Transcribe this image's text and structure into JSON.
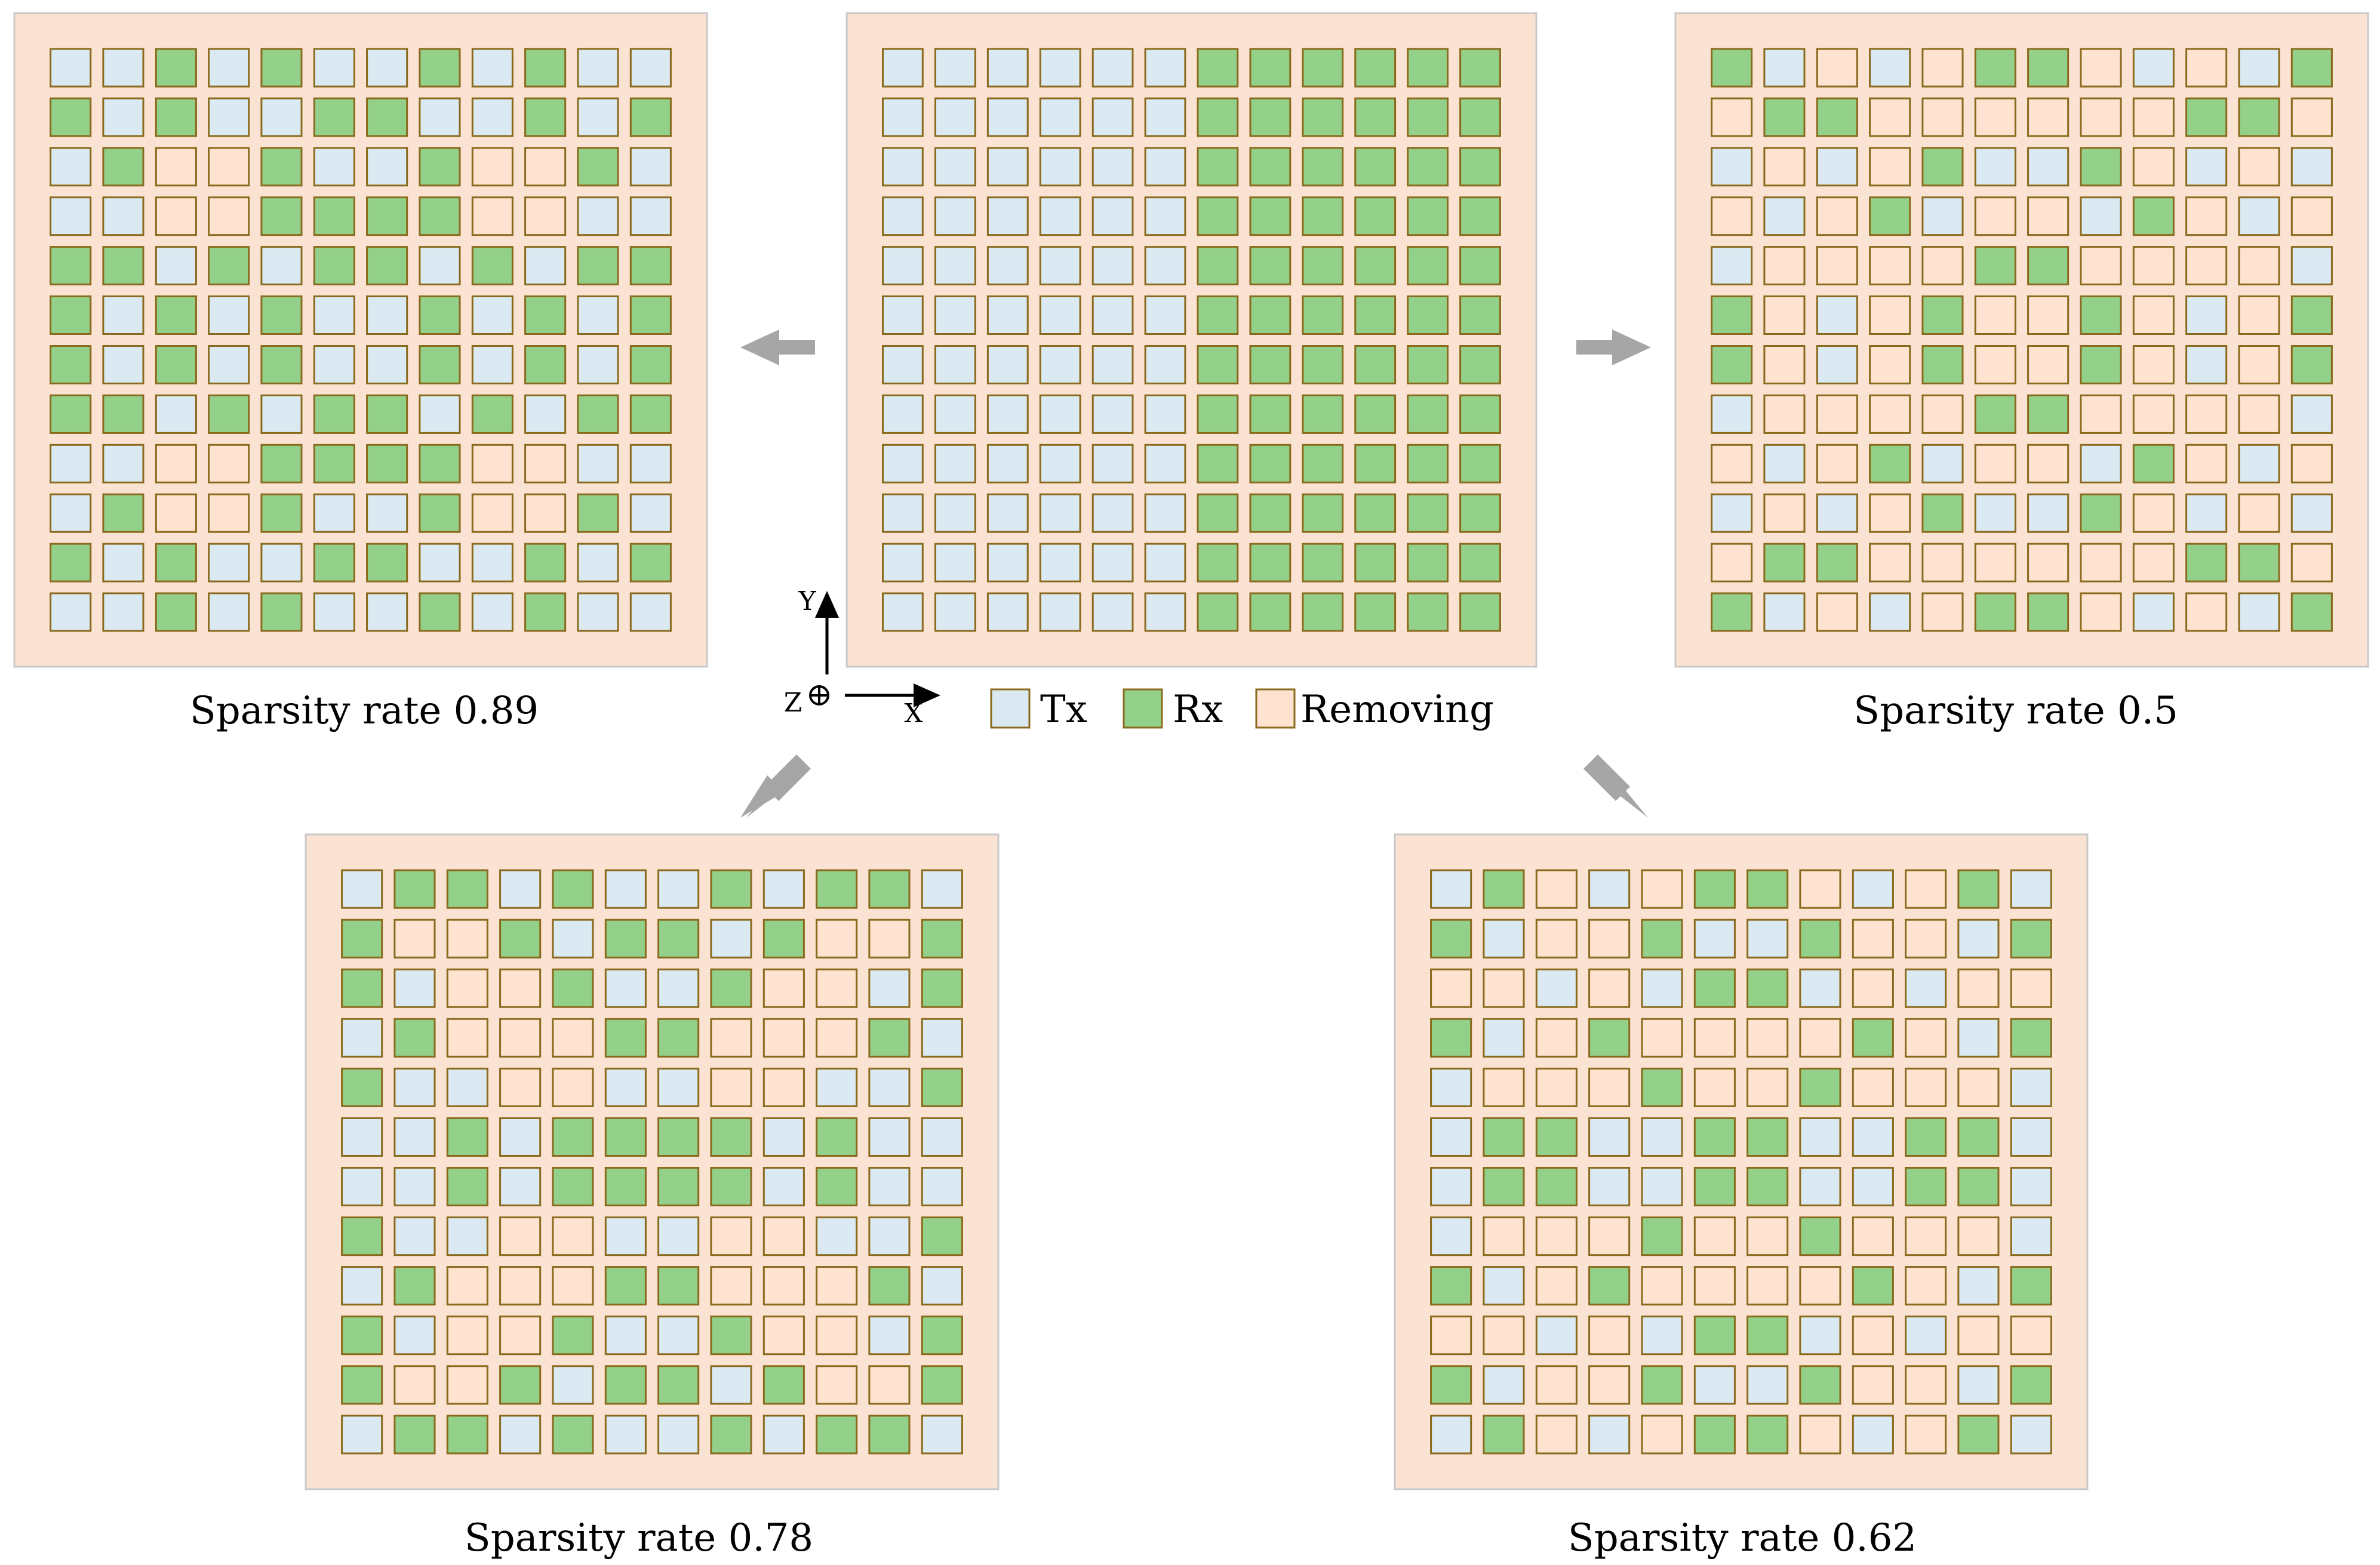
{
  "colors": {
    "tx": "#dbe9f3",
    "rx": "#93d089",
    "removing": "#fde3d0",
    "panel_fill": "#fbe3d3",
    "panel_border": "#c8c8c8",
    "cell_border": "#8a6a1c",
    "arrow": "#a6a6a6"
  },
  "legend": {
    "tx": "Tx",
    "rx": "Rx",
    "removing": "Removing"
  },
  "axes": {
    "x": "X",
    "y": "Y",
    "z": "Z"
  },
  "panels": [
    {
      "id": "full",
      "caption": "",
      "grid": [
        "TTTTTTRRRRRR",
        "TTTTTTRRRRRR",
        "TTTTTTRRRRRR",
        "TTTTTTRRRRRR",
        "TTTTTTRRRRRR",
        "TTTTTTRRRRRR",
        "TTTTTTRRRRRR",
        "TTTTTTRRRRRR",
        "TTTTTTRRRRRR",
        "TTTTTTRRRRRR",
        "TTTTTTRRRRRR",
        "TTTTTTRRRRRR"
      ]
    },
    {
      "id": "sparsity-0.89",
      "caption": "Sparsity rate 0.89",
      "grid": [
        "TTRTRTTRTRTT",
        "RTRTTRRTTRTR",
        "TRXXRTTRXXRT",
        "TTXXRRRRXXTT",
        "RRTRTRRTRTRR",
        "RTRTRTTRTRTR",
        "RTRTRTTRTRTR",
        "RRTRTRRTRTRR",
        "TTXXRRRRXXTT",
        "TRXXRTTRXXRT",
        "RTRTTRRTTRTR",
        "TTRTRTTRTRTT"
      ]
    },
    {
      "id": "sparsity-0.5",
      "caption": "Sparsity rate 0.5",
      "grid": [
        "RTXTXRRXTXTR",
        "XRRXXXXXXRRX",
        "TXTXRTTRXTXT",
        "XTXRTXXTRXTX",
        "TXXXXRRXXXXT",
        "RXTXRXXRXTXR",
        "RXTXRXXRXTXR",
        "TXXXXRRXXXXT",
        "XTXRTXXTRXTX",
        "TXTXRTTRXTXT",
        "XRRXXXXXXRRX",
        "RTXTXRRXTXTR"
      ]
    },
    {
      "id": "sparsity-0.78",
      "caption": "Sparsity rate 0.78",
      "grid": [
        "TRRTRTTRTRRT",
        "RXXRTRRTRXXR",
        "RTXXRTTRXXTR",
        "TRXXXRRXXXRT",
        "RTTXXTTXXTTR",
        "TTRTRRRRTRTT",
        "TTRTRRRRTRTT",
        "RTTXXTTXXTTR",
        "TRXXXRRXXXRT",
        "RTXXRTTRXXTR",
        "RXXRTRRTRXXR",
        "TRRTRTTRTRRT"
      ]
    },
    {
      "id": "sparsity-0.62",
      "caption": "Sparsity rate 0.62",
      "grid": [
        "TRXTXRRXTXRT",
        "RTXXRTTRXXTR",
        "XXTXTRRTXTXX",
        "RTXRXXXXRXTR",
        "TXXXRXXRXXXT",
        "TRRTTRRTTRRT",
        "TRRTTRRTTRRT",
        "TXXXRXXRXXXT",
        "RTXRXXXXRXTR",
        "XXTXTRRTXTXX",
        "RTXXRTTRXXTR",
        "TRXTXRRXTXRT"
      ]
    }
  ]
}
